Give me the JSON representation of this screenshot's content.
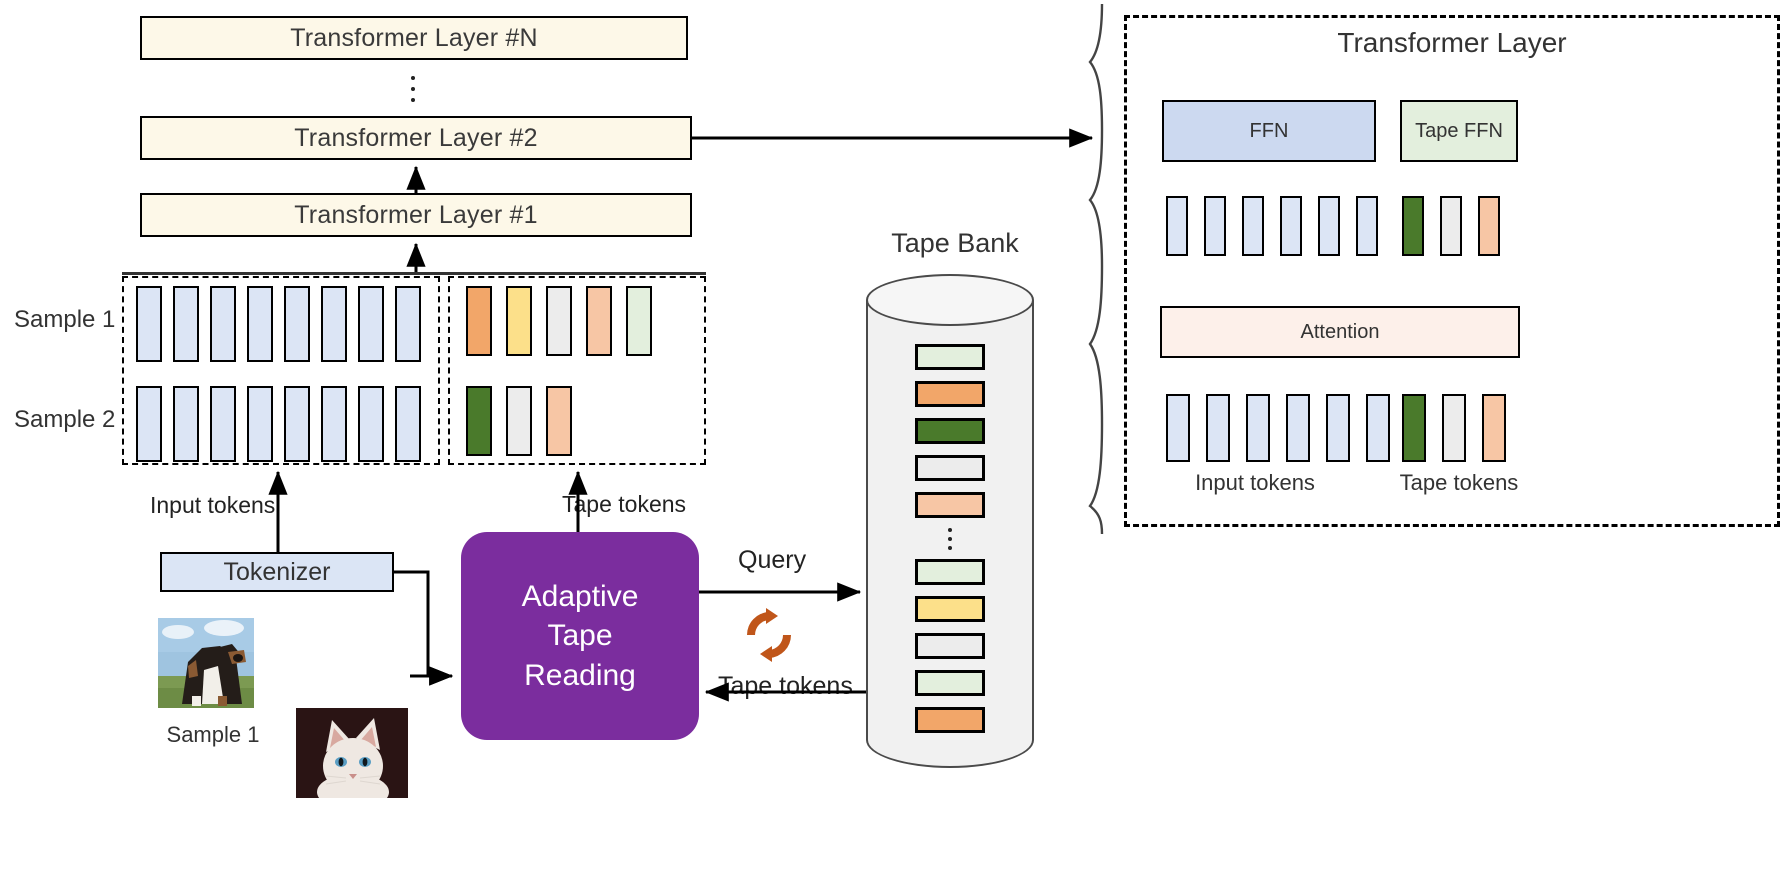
{
  "stack": {
    "layer_n": "Transformer Layer #N",
    "layer_2": "Transformer Layer #2",
    "layer_1": "Transformer Layer #1",
    "ellipsis": "⋮"
  },
  "rows": {
    "sample1_label": "Sample 1",
    "sample2_label": "Sample 2",
    "sample1_input_tokens": 8,
    "sample2_input_tokens": 8,
    "sample1_tape_colors": [
      "#F2A669",
      "#FCE08A",
      "#ECECEC",
      "#F7C6A5",
      "#E3EFDD"
    ],
    "sample2_tape_colors": [
      "#4A7A2B",
      "#ECECEC",
      "#F7C6A5"
    ],
    "input_token_color": "#DCE5F5"
  },
  "labels": {
    "input_tokens": "Input tokens",
    "tape_tokens_up": "Tape tokens",
    "tokenizer": "Tokenizer",
    "sample1_caption": "Sample 1",
    "query": "Query",
    "tape_tokens_back": "Tape tokens",
    "tape_bank_title": "Tape Bank"
  },
  "adaptive": {
    "line1": "Adaptive",
    "line2": "Tape",
    "line3": "Reading",
    "fill": "#7B2D9E"
  },
  "tape_bank": {
    "title": "Tape Bank",
    "slots_top": [
      "#E3EFDD",
      "#F2A669",
      "#4A7A2B",
      "#ECECEC",
      "#F7C6A5"
    ],
    "ellipsis": "⋮",
    "slots_bottom": [
      "#E3EFDD",
      "#FCE08A",
      "#ECECEC",
      "#E3EFDD",
      "#F2A669"
    ]
  },
  "panel": {
    "title": "Transformer Layer",
    "ffn_label": "FFN",
    "tape_ffn_label": "Tape FFN",
    "attention_label": "Attention",
    "input_tokens_caption": "Input tokens",
    "tape_tokens_caption": "Tape tokens",
    "top_input_count": 6,
    "top_tape_colors": [
      "#4A7A2B",
      "#ECECEC",
      "#F7C6A5"
    ],
    "bottom_input_count": 6,
    "bottom_tape_colors": [
      "#4A7A2B",
      "#ECECEC",
      "#F7C6A5"
    ],
    "input_token_color": "#DCE5F5"
  },
  "colors": {
    "stack_fill": "#fdf8e8",
    "stroke": "#000000",
    "recycle_icon": "#C0561A",
    "tokenizer_fill": "#DBE5F5"
  },
  "icons": {
    "recycle": "recycle-icon",
    "dog_photo": "dog-photo",
    "cat_photo": "cat-photo"
  }
}
